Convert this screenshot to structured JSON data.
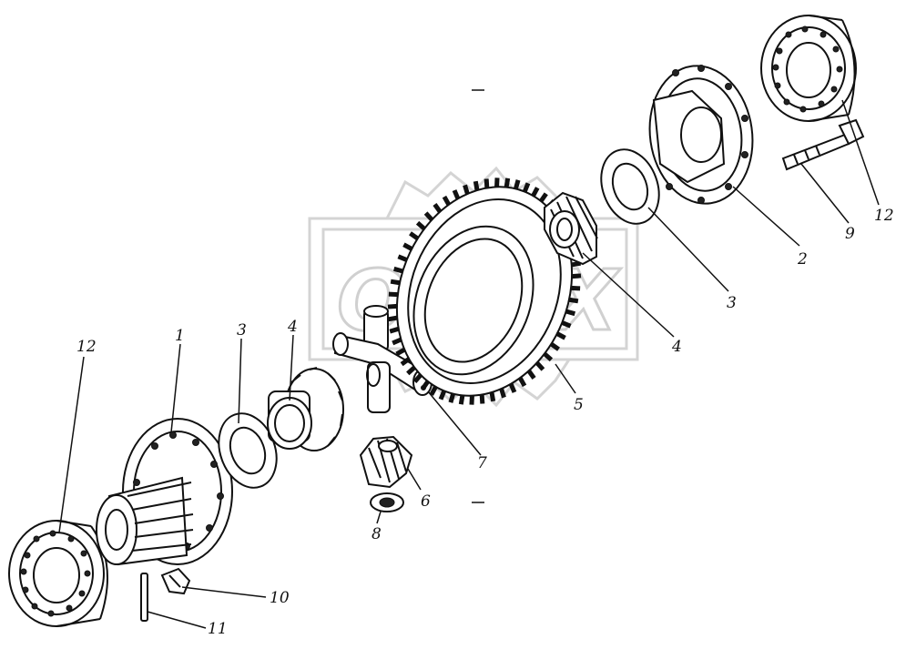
{
  "watermark": {
    "text": "ORBX"
  },
  "callouts": [
    {
      "id": "label-12-left",
      "text": "12"
    },
    {
      "id": "label-1",
      "text": "1"
    },
    {
      "id": "label-3-left",
      "text": "3"
    },
    {
      "id": "label-4-left",
      "text": "4"
    },
    {
      "id": "label-7",
      "text": "7"
    },
    {
      "id": "label-6",
      "text": "6"
    },
    {
      "id": "label-8",
      "text": "8"
    },
    {
      "id": "label-10",
      "text": "10"
    },
    {
      "id": "label-11",
      "text": "11"
    },
    {
      "id": "label-5",
      "text": "5"
    },
    {
      "id": "label-4-right",
      "text": "4"
    },
    {
      "id": "label-3-right",
      "text": "3"
    },
    {
      "id": "label-2",
      "text": "2"
    },
    {
      "id": "label-9",
      "text": "9"
    },
    {
      "id": "label-12-right",
      "text": "12"
    }
  ]
}
